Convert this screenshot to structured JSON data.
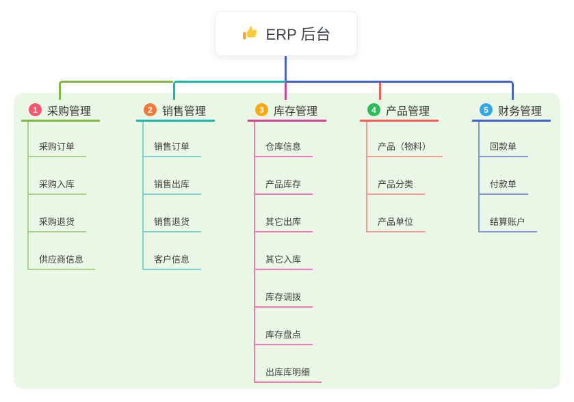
{
  "root": {
    "title": "ERP 后台",
    "icon": "thumbs-up-icon"
  },
  "branches": [
    {
      "index": "1",
      "title": "采购管理",
      "children": [
        "采购订单",
        "采购入库",
        "采购退货",
        "供应商信息"
      ]
    },
    {
      "index": "2",
      "title": "销售管理",
      "children": [
        "销售订单",
        "销售出库",
        "销售退货",
        "客户信息"
      ]
    },
    {
      "index": "3",
      "title": "库存管理",
      "children": [
        "仓库信息",
        "产品库存",
        "其它出库",
        "其它入库",
        "库存调拨",
        "库存盘点",
        "出库库明细"
      ]
    },
    {
      "index": "4",
      "title": "产品管理",
      "children": [
        "产品（物料）",
        "产品分类",
        "产品单位"
      ]
    },
    {
      "index": "5",
      "title": "财务管理",
      "children": [
        "回款单",
        "付款单",
        "结算账户"
      ]
    }
  ],
  "colors": {
    "canvas_bg": "#EBF7E6",
    "root_line": "#4A64D4",
    "branches": [
      {
        "badge": "#F8566C",
        "line": "#7DB83F",
        "line_light": "#A8D285"
      },
      {
        "badge": "#F2783C",
        "line": "#1AB5AC",
        "line_light": "#7FD2CA"
      },
      {
        "badge": "#FAA90F",
        "line": "#D4418E",
        "line_light": "#EC79B4"
      },
      {
        "badge": "#2DBD57",
        "line": "#F75D55",
        "line_light": "#F79B94"
      },
      {
        "badge": "#2FA7E2",
        "line": "#4161CE",
        "line_light": "#8495D6"
      }
    ]
  }
}
